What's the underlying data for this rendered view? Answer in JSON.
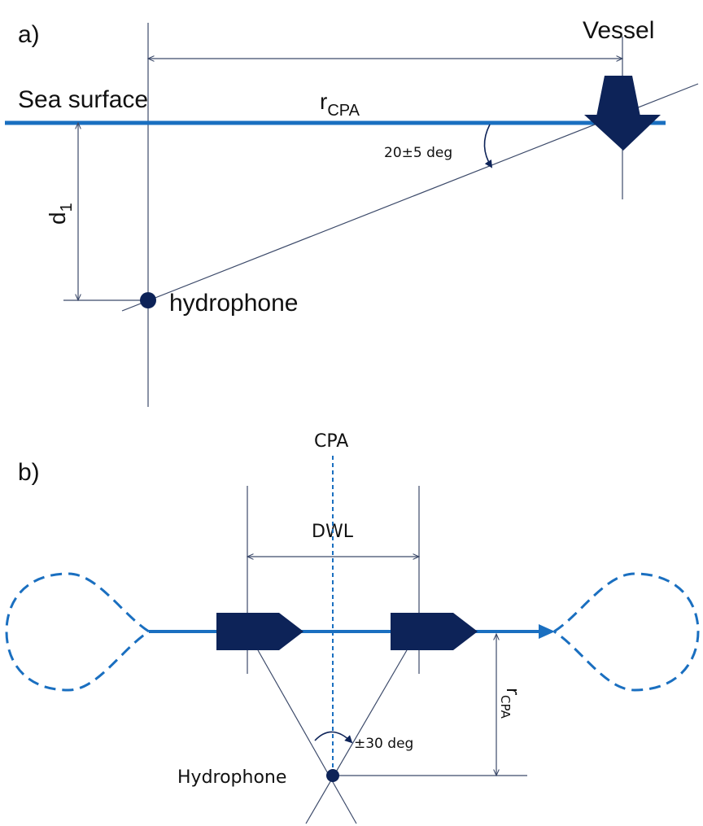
{
  "panel_a": {
    "tag": "a)",
    "vessel_label": "Vessel",
    "sea_surface_label": "Sea surface",
    "rcpa_main": "r",
    "rcpa_sub": "CPA",
    "angle_label": "20±5 deg",
    "depth_main": "d",
    "depth_sub": "1",
    "hydrophone_label": "hydrophone"
  },
  "panel_b": {
    "tag": "b)",
    "cpa_label": "CPA",
    "dwl_label": "DWL",
    "rcpa_main": "r",
    "rcpa_sub": "CPA",
    "angle_label": "±30 deg",
    "hydrophone_label": "Hydrophone"
  },
  "colors": {
    "navy": "#0d2358",
    "blue": "#1a6fc0",
    "line": "#3c4a6a"
  }
}
